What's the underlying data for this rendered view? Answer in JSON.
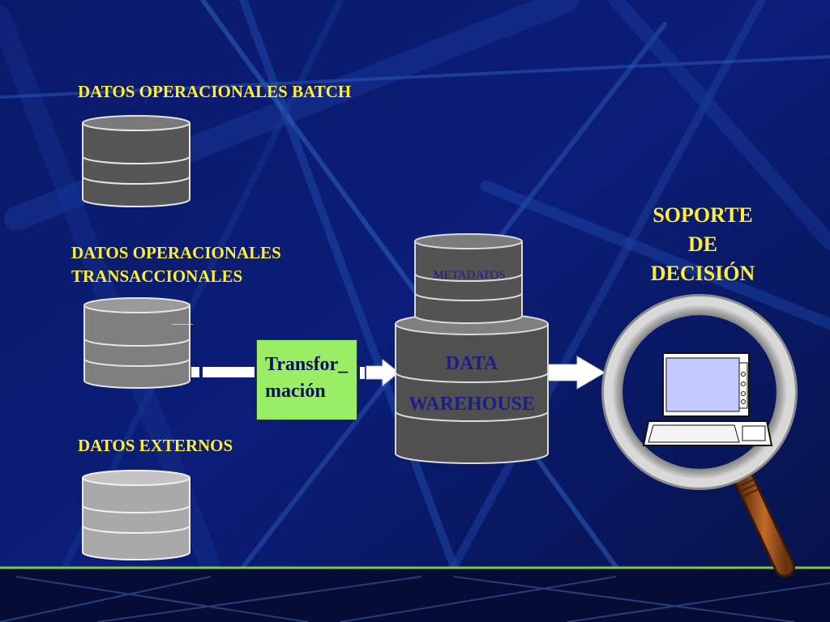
{
  "sources": {
    "batch_label": "DATOS OPERACIONALES BATCH",
    "transactional_line1": "DATOS OPERACIONALES",
    "transactional_line2": "TRANSACCIONALES",
    "external_label": "DATOS EXTERNOS",
    "transactional_marker": "___"
  },
  "transform": {
    "line1": "Transfor_",
    "line2": "mación"
  },
  "warehouse": {
    "line1": "DATA",
    "line2": "WAREHOUSE",
    "metadata_label": "METADATOS"
  },
  "decision": {
    "line1": "SOPORTE",
    "line2": "DE",
    "line3": "DECISIÓN"
  },
  "colors": {
    "background": "#08144f",
    "label_yellow": "#ffee33",
    "transform_box": "#99ee66",
    "dark_cylinder": "#555555",
    "light_cylinder": "#a8a8a8",
    "magnifier_handle": "#a0581e"
  }
}
